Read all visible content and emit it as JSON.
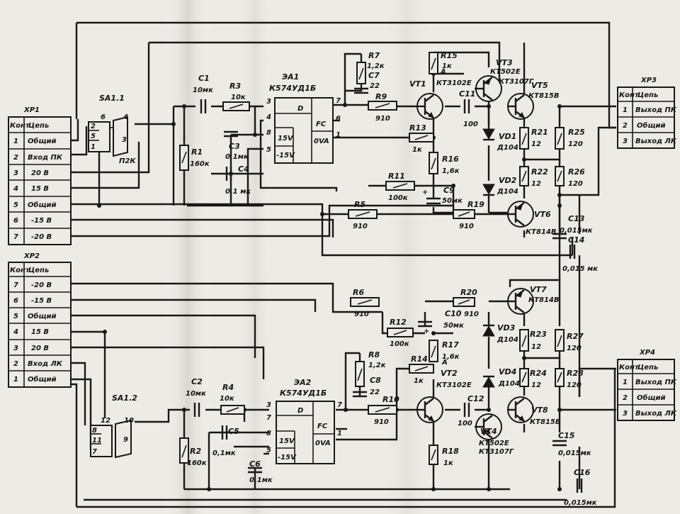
{
  "connectors": {
    "xp1": {
      "title": "XP1",
      "header": {
        "pin": "Конт",
        "net": "Цепь"
      },
      "rows": [
        {
          "pin": "1",
          "net": "Общий"
        },
        {
          "pin": "2",
          "net": "Вход ПК"
        },
        {
          "pin": "3",
          "net": "20 В"
        },
        {
          "pin": "4",
          "net": "15 В"
        },
        {
          "pin": "5",
          "net": "Общий"
        },
        {
          "pin": "6",
          "net": "-15 В"
        },
        {
          "pin": "7",
          "net": "-20 В"
        }
      ]
    },
    "xp2": {
      "title": "XP2",
      "header": {
        "pin": "Конт",
        "net": "Цепь"
      },
      "rows": [
        {
          "pin": "7",
          "net": "-20 В"
        },
        {
          "pin": "6",
          "net": "-15 В"
        },
        {
          "pin": "5",
          "net": "Общий"
        },
        {
          "pin": "4",
          "net": "15 В"
        },
        {
          "pin": "3",
          "net": "20 В"
        },
        {
          "pin": "2",
          "net": "Вход ЛК"
        },
        {
          "pin": "1",
          "net": "Общий"
        }
      ]
    },
    "xp3": {
      "title": "XP3",
      "header": {
        "pin": "Конт",
        "net": "Цепь"
      },
      "rows": [
        {
          "pin": "1",
          "net": "Выход ПК"
        },
        {
          "pin": "2",
          "net": "Общий"
        },
        {
          "pin": "3",
          "net": "Выход ЛК"
        }
      ]
    },
    "xp4": {
      "title": "XP4",
      "header": {
        "pin": "Конт",
        "net": "Цепь"
      },
      "rows": [
        {
          "pin": "1",
          "net": "Выход ПК"
        },
        {
          "pin": "2",
          "net": "Общий"
        },
        {
          "pin": "3",
          "net": "Выход ЛК"
        }
      ]
    }
  },
  "ics": {
    "da1": {
      "ref": "ЭА1",
      "type": "К574УД1Б",
      "fc": "FC",
      "ova": "0VA",
      "pos": "15V",
      "neg": "-15V",
      "delta": "D"
    },
    "da2": {
      "ref": "ЭА2",
      "type": "К574УД1Б",
      "fc": "FC",
      "ova": "0VA",
      "pos": "15V",
      "neg": "-15V",
      "delta": "D"
    }
  },
  "switches": {
    "sa11": {
      "ref": "SA1.1",
      "note": "П2К"
    },
    "sa12": {
      "ref": "SA1.2"
    }
  },
  "components": {
    "c1": {
      "ref": "C1",
      "value": "10мк"
    },
    "r3": {
      "ref": "R3",
      "value": "10к"
    },
    "r1": {
      "ref": "R1",
      "value": "160к"
    },
    "c3": {
      "ref": "C3",
      "value": "0,1мк"
    },
    "c4": {
      "ref": "C4",
      "value": "0,1 мк"
    },
    "r7": {
      "ref": "R7",
      "value": "1,2к"
    },
    "c7": {
      "ref": "C7",
      "value": "22"
    },
    "r9": {
      "ref": "R9",
      "value": "910"
    },
    "r13": {
      "ref": "R13",
      "value": "1к"
    },
    "r11": {
      "ref": "R11",
      "value": "100к"
    },
    "r5": {
      "ref": "R5",
      "value": "910"
    },
    "vt1": {
      "ref": "VT1",
      "type": "КТ3102Е",
      "mark": "А"
    },
    "r15": {
      "ref": "R15",
      "value": "1к"
    },
    "r16": {
      "ref": "R16",
      "value": "1,6к"
    },
    "c9": {
      "ref": "C9",
      "value": "50мк"
    },
    "c11": {
      "ref": "C11",
      "value": "100"
    },
    "r19": {
      "ref": "R19",
      "value": "910"
    },
    "vt3": {
      "ref": "VT3",
      "type": "КТ502Е",
      "alt": "КТ3107Г"
    },
    "vd1": {
      "ref": "VD1",
      "type": "Д104"
    },
    "vd2": {
      "ref": "VD2",
      "type": "Д104"
    },
    "vt5": {
      "ref": "VT5",
      "type": "КТ815В"
    },
    "vt6": {
      "ref": "VT6",
      "type": "КТ814В"
    },
    "r21": {
      "ref": "R21",
      "value": "12"
    },
    "r22": {
      "ref": "R22",
      "value": "12"
    },
    "r25": {
      "ref": "R25",
      "value": "120"
    },
    "r26": {
      "ref": "R26",
      "value": "120"
    },
    "c13": {
      "ref": "C13",
      "value": "0,015мк"
    },
    "c14": {
      "ref": "C14",
      "value": "0,015 мк"
    },
    "c2": {
      "ref": "C2",
      "value": "10мк"
    },
    "r4": {
      "ref": "R4",
      "value": "10к"
    },
    "r2": {
      "ref": "R2",
      "value": "160к"
    },
    "c5": {
      "ref": "C5",
      "value": "0,1мк"
    },
    "c6": {
      "ref": "C6",
      "value": "0,1мк"
    },
    "r6": {
      "ref": "R6",
      "value": "910"
    },
    "r8": {
      "ref": "R8",
      "value": "1,2к"
    },
    "c8": {
      "ref": "C8",
      "value": "22"
    },
    "r10": {
      "ref": "R10",
      "value": "910"
    },
    "r12": {
      "ref": "R12",
      "value": "100к"
    },
    "r14": {
      "ref": "R14",
      "value": "1к"
    },
    "r17": {
      "ref": "R17",
      "value": "1,6к"
    },
    "r18": {
      "ref": "R18",
      "value": "1к"
    },
    "c10": {
      "ref": "C10",
      "value": "50мк"
    },
    "r20": {
      "ref": "R20",
      "value": "910"
    },
    "c12": {
      "ref": "C12",
      "value": "100"
    },
    "vt2": {
      "ref": "VT2",
      "type": "КТ3102Е",
      "mark": "А"
    },
    "vt4": {
      "ref": "VT4",
      "type": "КТ502Е",
      "alt": "КТ3107Г"
    },
    "vt7": {
      "ref": "VT7",
      "type": "КТ814В"
    },
    "vt8": {
      "ref": "VT8",
      "type": "КТ815В"
    },
    "vd3": {
      "ref": "VD3",
      "type": "Д104"
    },
    "vd4": {
      "ref": "VD4",
      "type": "Д104"
    },
    "r23": {
      "ref": "R23",
      "value": "12"
    },
    "r24": {
      "ref": "R24",
      "value": "12"
    },
    "r27": {
      "ref": "R27",
      "value": "120"
    },
    "r28": {
      "ref": "R28",
      "value": "120"
    },
    "c15": {
      "ref": "C15",
      "value": "0,015мк"
    },
    "c16": {
      "ref": "C16",
      "value": "0,015мк"
    }
  }
}
